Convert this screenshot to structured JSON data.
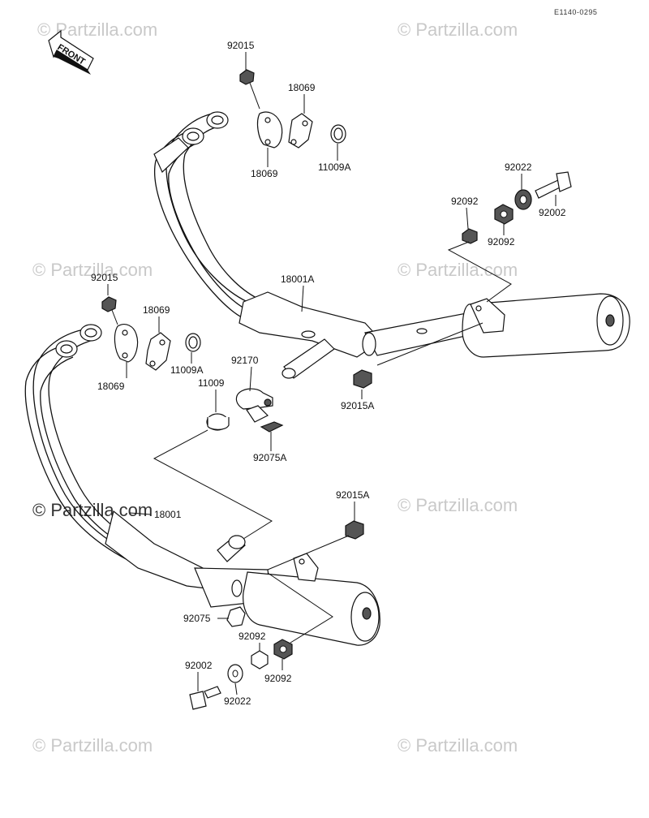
{
  "diagram_code": "E1140-0295",
  "front_label": "FRONT",
  "watermark": "© Partzilla.com",
  "watermark_main": "© Partzilla.com",
  "parts": {
    "p92015_top": "92015",
    "p18069_a": "18069",
    "p18069_b": "18069",
    "p11009A_top": "11009A",
    "p92022_top": "92022",
    "p92092_top_a": "92092",
    "p92092_top_b": "92092",
    "p92002_top": "92002",
    "p18001A": "18001A",
    "p92015_mid": "92015",
    "p18069_c": "18069",
    "p18069_d": "18069",
    "p11009A_mid": "11009A",
    "p92170": "92170",
    "p11009": "11009",
    "p92015A_top": "92015A",
    "p92075A": "92075A",
    "p18001": "18001",
    "p92015A_bottom": "92015A",
    "p92075": "92075",
    "p92092_bot_a": "92092",
    "p92092_bot_b": "92092",
    "p92002_bot": "92002",
    "p92022_bot": "92022"
  }
}
